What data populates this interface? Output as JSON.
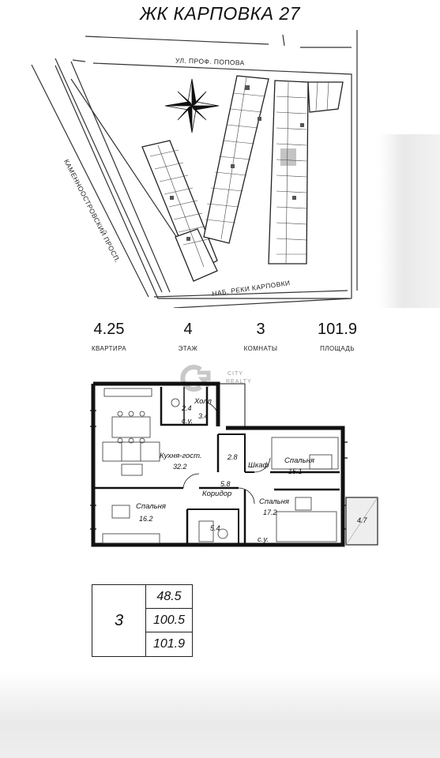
{
  "header": {
    "title": "ЖК КАРПОВКА 27"
  },
  "map": {
    "street_top": "УЛ. ПРОФ. ПОПОВА",
    "street_left": "КАМЕННООСТРОВСКИЙ ПРОСП.",
    "street_bottom": "НАБ. РЕКИ КАРПОВКИ",
    "compass_icon": "compass-rose-icon"
  },
  "stats": [
    {
      "value": "4.25",
      "label": "КВАРТИРА"
    },
    {
      "value": "4",
      "label": "ЭТАЖ"
    },
    {
      "value": "3",
      "label": "КОМНАТЫ"
    },
    {
      "value": "101.9",
      "label": "ПЛОЩАДЬ"
    }
  ],
  "watermark": {
    "line1": "CITY",
    "line2": "REALTY"
  },
  "rooms": {
    "wc1": {
      "label": "с.у.",
      "area": "2.4"
    },
    "hall": {
      "label": "Холл",
      "area": "3.4"
    },
    "kitchen": {
      "label": "Кухня-гост.",
      "area": "32.2"
    },
    "wardrobe": {
      "label": "Шкаф",
      "area": "2.8"
    },
    "bedroom1": {
      "label": "Спальня",
      "area": "15.1"
    },
    "corridor": {
      "label": "Коридор",
      "area": "5.8"
    },
    "bedroom2": {
      "label": "Спальня",
      "area": "16.2"
    },
    "bedroom3": {
      "label": "Спальня",
      "area": "17.2"
    },
    "wc2": {
      "label": "с.у.",
      "area": "5.4"
    },
    "balcony": {
      "area": "4.7"
    }
  },
  "area_table": {
    "rooms": "3",
    "values": [
      "48.5",
      "100.5",
      "101.9"
    ]
  }
}
